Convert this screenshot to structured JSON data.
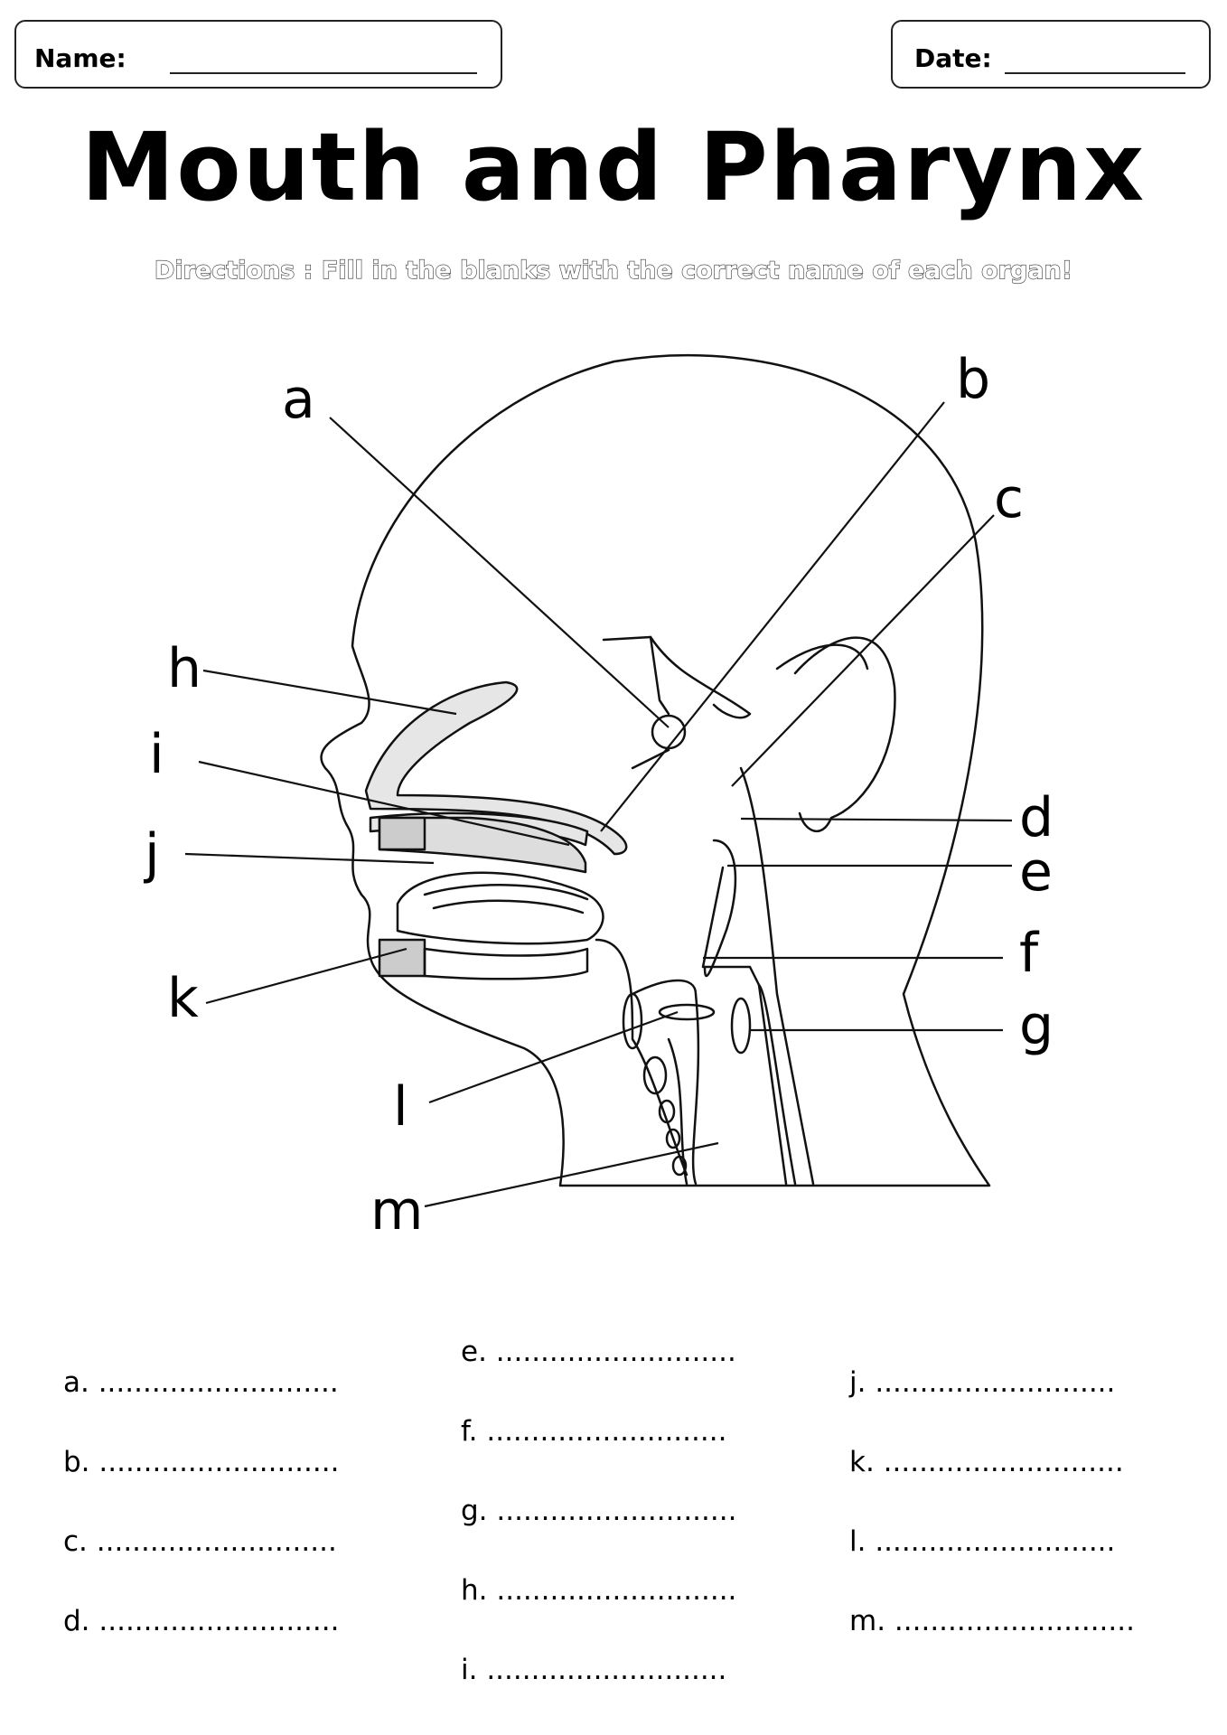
{
  "header": {
    "name_label": "Name:",
    "date_label": "Date:"
  },
  "title": "Mouth and Pharynx",
  "directions": "Directions : Fill in the blanks with the correct name of each organ!",
  "labels": [
    "a",
    "b",
    "c",
    "d",
    "e",
    "f",
    "g",
    "h",
    "i",
    "j",
    "k",
    "l",
    "m"
  ],
  "answers": {
    "col1": [
      "a. ...........................",
      "b. ...........................",
      "c. ...........................",
      "d. ..........................."
    ],
    "col2": [
      "e. ...........................",
      "f. ...........................",
      "g. ...........................",
      "h. ...........................",
      "i.  ..........................."
    ],
    "col3": [
      "j. ...........................",
      "k. ...........................",
      "l. ...........................",
      "m. ..........................."
    ]
  }
}
